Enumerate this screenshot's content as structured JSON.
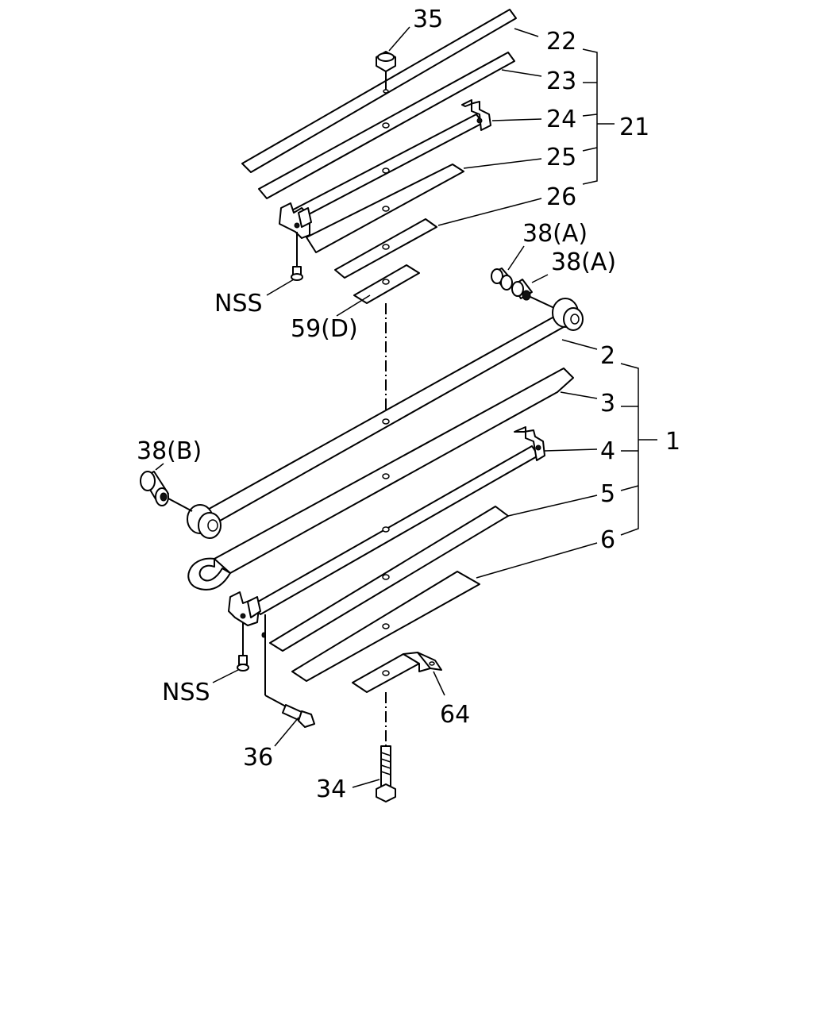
{
  "labels": {
    "p35": "35",
    "p22": "22",
    "p23": "23",
    "p24": "24",
    "p25": "25",
    "p26": "26",
    "p21": "21",
    "p38a1": "38(A)",
    "p38a2": "38(A)",
    "nss_top": "NSS",
    "p59d": "59(D)",
    "p2": "2",
    "p3": "3",
    "p4": "4",
    "p5": "5",
    "p6": "6",
    "p1": "1",
    "p38b": "38(B)",
    "nss_bottom": "NSS",
    "p64": "64",
    "p36": "36",
    "p34": "34"
  }
}
